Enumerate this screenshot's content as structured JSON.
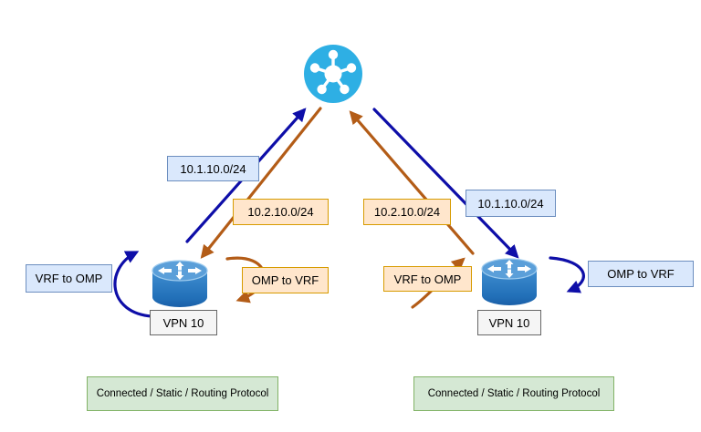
{
  "diagram_type": "sd-wan-omp-route-exchange",
  "controller": {
    "icon": "hub-network-icon"
  },
  "left_site": {
    "advertised_subnet": "10.1.10.0/24",
    "received_subnet": "10.2.10.0/24",
    "vrf_to_omp_label": "VRF to OMP",
    "omp_to_vrf_label": "OMP to VRF",
    "vpn_label": "VPN 10",
    "route_sources_label": "Connected / Static / Routing Protocol"
  },
  "right_site": {
    "advertised_subnet": "10.2.10.0/24",
    "received_subnet": "10.1.10.0/24",
    "vrf_to_omp_label": "VRF to OMP",
    "omp_to_vrf_label": "OMP to VRF",
    "vpn_label": "VPN 10",
    "route_sources_label": "Connected / Static / Routing Protocol"
  },
  "colors": {
    "blue_flow": "#0e0ea8",
    "orange_flow": "#b35c17",
    "hub_fill": "#2eafe4",
    "router_top": "#5b9fd9",
    "router_body_dark": "#1a5fa8",
    "blue_box_fill": "#dae8fc",
    "blue_box_border": "#6c8ebf",
    "orange_box_fill": "#ffe6cc",
    "orange_box_border": "#d79b00",
    "green_box_fill": "#d5e8d4",
    "green_box_border": "#82b366",
    "vpn_box_fill": "#f5f5f5",
    "vpn_box_border": "#666666"
  }
}
